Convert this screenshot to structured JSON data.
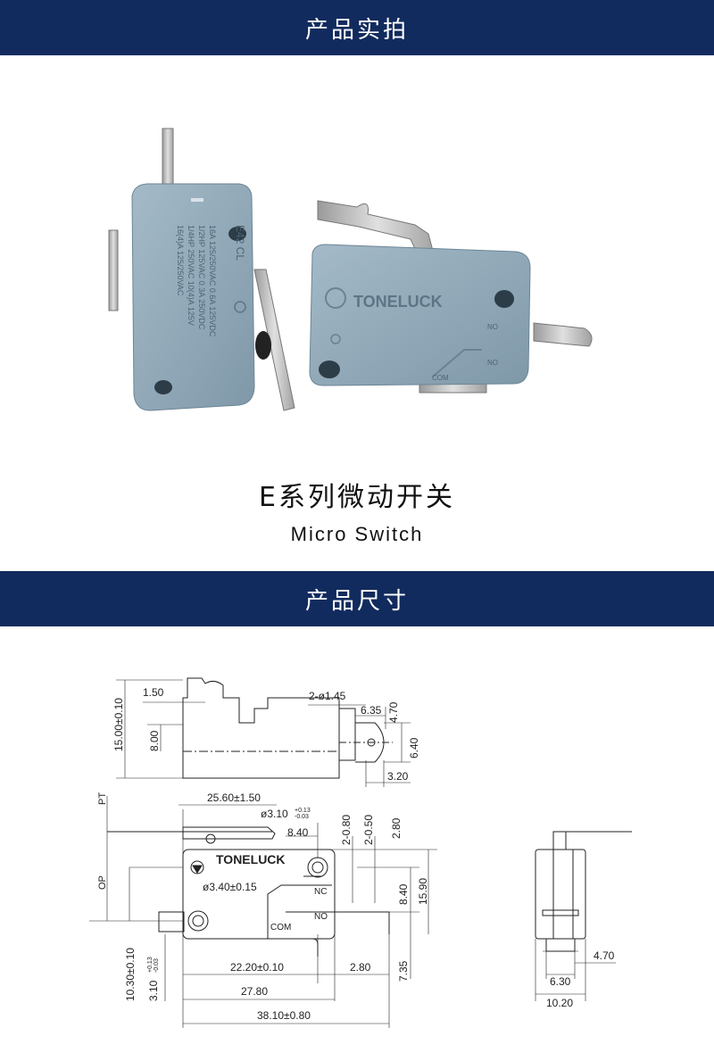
{
  "banners": {
    "photo": "产品实拍",
    "dimensions": "产品尺寸"
  },
  "product": {
    "title": "E系列微动开关",
    "subtitle": "Micro Switch",
    "brand": "TONELUCK",
    "model_mark": "E42 CL"
  },
  "colors": {
    "banner": "#122b5e",
    "switch_body": "#8aa3b3",
    "metal": "#b8b8b8"
  },
  "drawing": {
    "brand": "TONELUCK",
    "terminal_labels": [
      "NC",
      "NO",
      "COM"
    ],
    "marker_labels": [
      "PT",
      "OP"
    ],
    "top_view_dims": [
      "1.50",
      "15.00±0.10",
      "8.00",
      "2-ø1.45",
      "6.35",
      "4.70",
      "6.40",
      "3.20"
    ],
    "front_view_dims": [
      "25.60±1.50",
      "ø3.10",
      "+0.13",
      "-0.03",
      "8.40",
      "2-0.80",
      "2-0.50",
      "2.80",
      "ø3.40±0.15",
      "8.40",
      "15.90",
      "7.35",
      "22.20±0.10",
      "2.80",
      "27.80",
      "38.10±0.80",
      "10.30±0.10",
      "3.10",
      "+0.13",
      "-0.03"
    ],
    "side_view_dims": [
      "4.70",
      "6.30",
      "10.20"
    ]
  }
}
